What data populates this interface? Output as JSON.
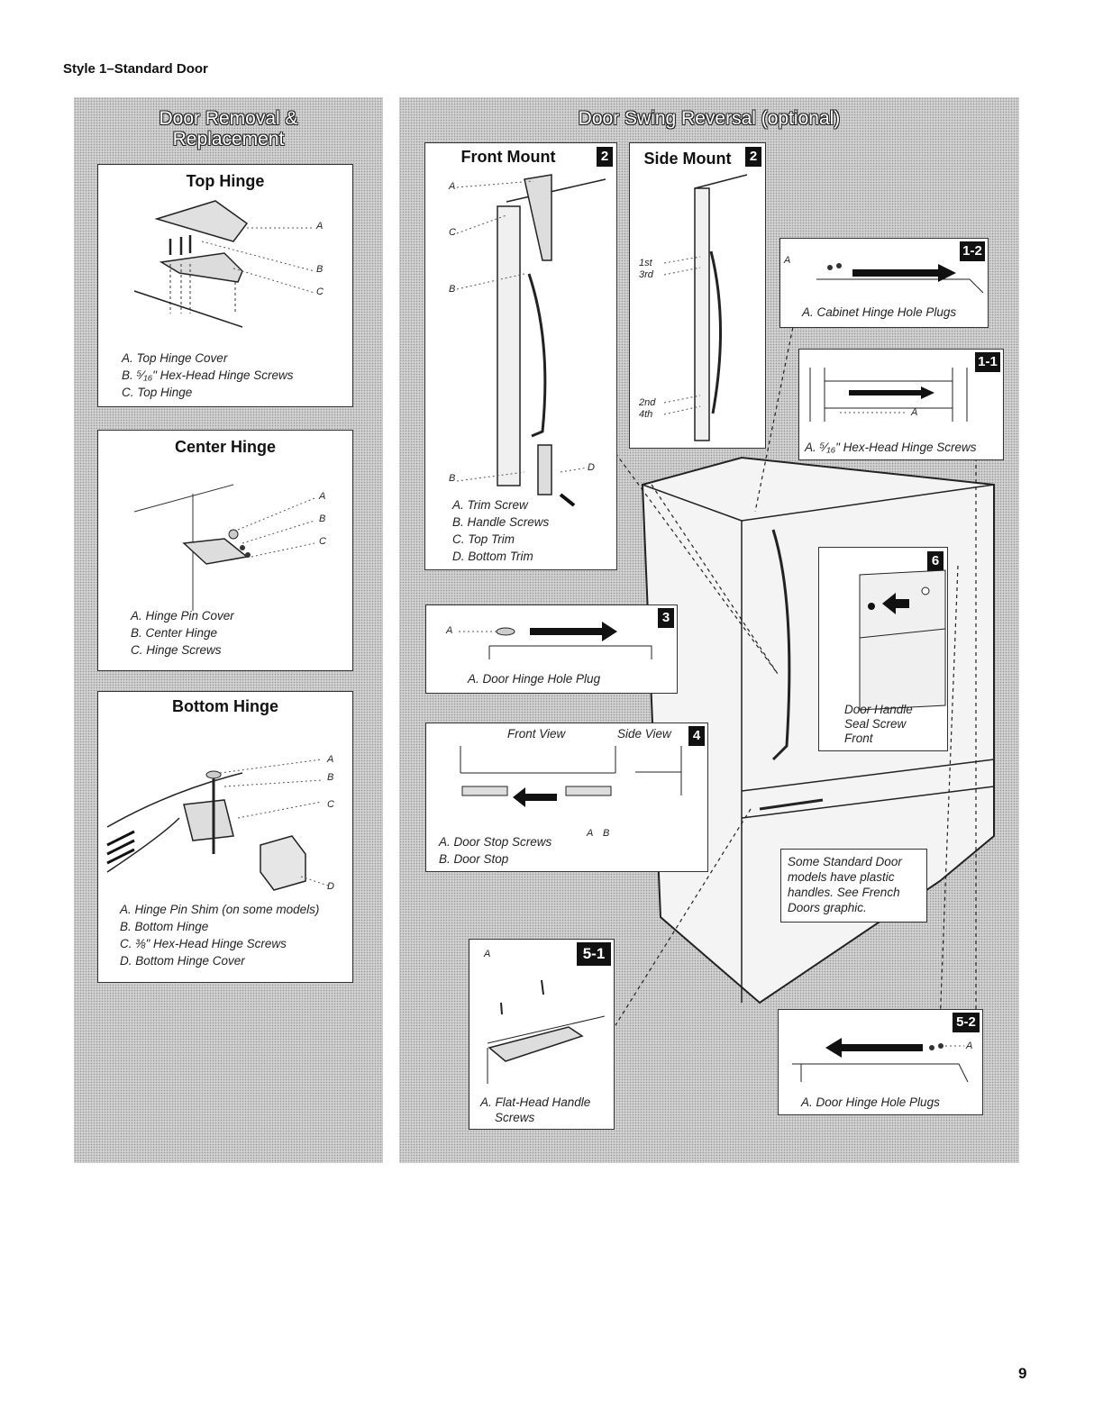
{
  "page": {
    "style_heading": "Style 1–Standard Door",
    "page_number": "9"
  },
  "left_panel": {
    "title_line1": "Door Removal &",
    "title_line2": "Replacement",
    "top_hinge": {
      "title": "Top Hinge",
      "callouts": [
        "A",
        "B",
        "C"
      ],
      "captions": [
        "A. Top Hinge Cover",
        "B. ⁵⁄₁₆\" Hex-Head Hinge Screws",
        "C. Top Hinge"
      ]
    },
    "center_hinge": {
      "title": "Center Hinge",
      "callouts": [
        "A",
        "B",
        "C"
      ],
      "captions": [
        "A. Hinge Pin Cover",
        "B. Center Hinge",
        "C. Hinge Screws"
      ]
    },
    "bottom_hinge": {
      "title": "Bottom Hinge",
      "callouts": [
        "A",
        "B",
        "C",
        "D"
      ],
      "captions": [
        "A. Hinge Pin Shim (on some models)",
        "B. Bottom Hinge",
        "C. ⅜\" Hex-Head Hinge Screws",
        "D. Bottom Hinge Cover"
      ]
    }
  },
  "right_panel": {
    "title": "Door Swing Reversal (optional)",
    "front_mount": {
      "title": "Front Mount",
      "step": "2",
      "callouts": [
        "A",
        "C",
        "B",
        "B",
        "D"
      ],
      "captions": [
        "A. Trim Screw",
        "B. Handle Screws",
        "C. Top Trim",
        "D. Bottom Trim"
      ]
    },
    "side_mount": {
      "title": "Side Mount",
      "step": "2",
      "order_labels": [
        "1st",
        "3rd",
        "2nd",
        "4th"
      ]
    },
    "step_1_2": {
      "step": "1-2",
      "callout": "A",
      "caption": "A. Cabinet Hinge Hole Plugs"
    },
    "step_1_1": {
      "step": "1-1",
      "callout": "A",
      "caption": "A. ⁵⁄₁₆\" Hex-Head Hinge Screws"
    },
    "step_3": {
      "step": "3",
      "callout": "A",
      "caption": "A. Door Hinge Hole Plug"
    },
    "step_4": {
      "step": "4",
      "front_view": "Front View",
      "side_view": "Side View",
      "callouts": [
        "A",
        "B"
      ],
      "captions": [
        "A. Door Stop Screws",
        "B. Door Stop"
      ]
    },
    "step_6": {
      "step": "6",
      "caption_lines": [
        "Door Handle",
        "Seal Screw",
        "Front"
      ]
    },
    "note": {
      "lines": [
        "Some Standard Door",
        "models have plastic",
        "handles. See French",
        "Doors graphic."
      ]
    },
    "step_5_1": {
      "step": "5-1",
      "callout": "A",
      "caption_lines": [
        "A. Flat-Head Handle",
        "Screws"
      ]
    },
    "step_5_2": {
      "step": "5-2",
      "callout": "A",
      "caption": "A. Door Hinge Hole Plugs"
    }
  }
}
